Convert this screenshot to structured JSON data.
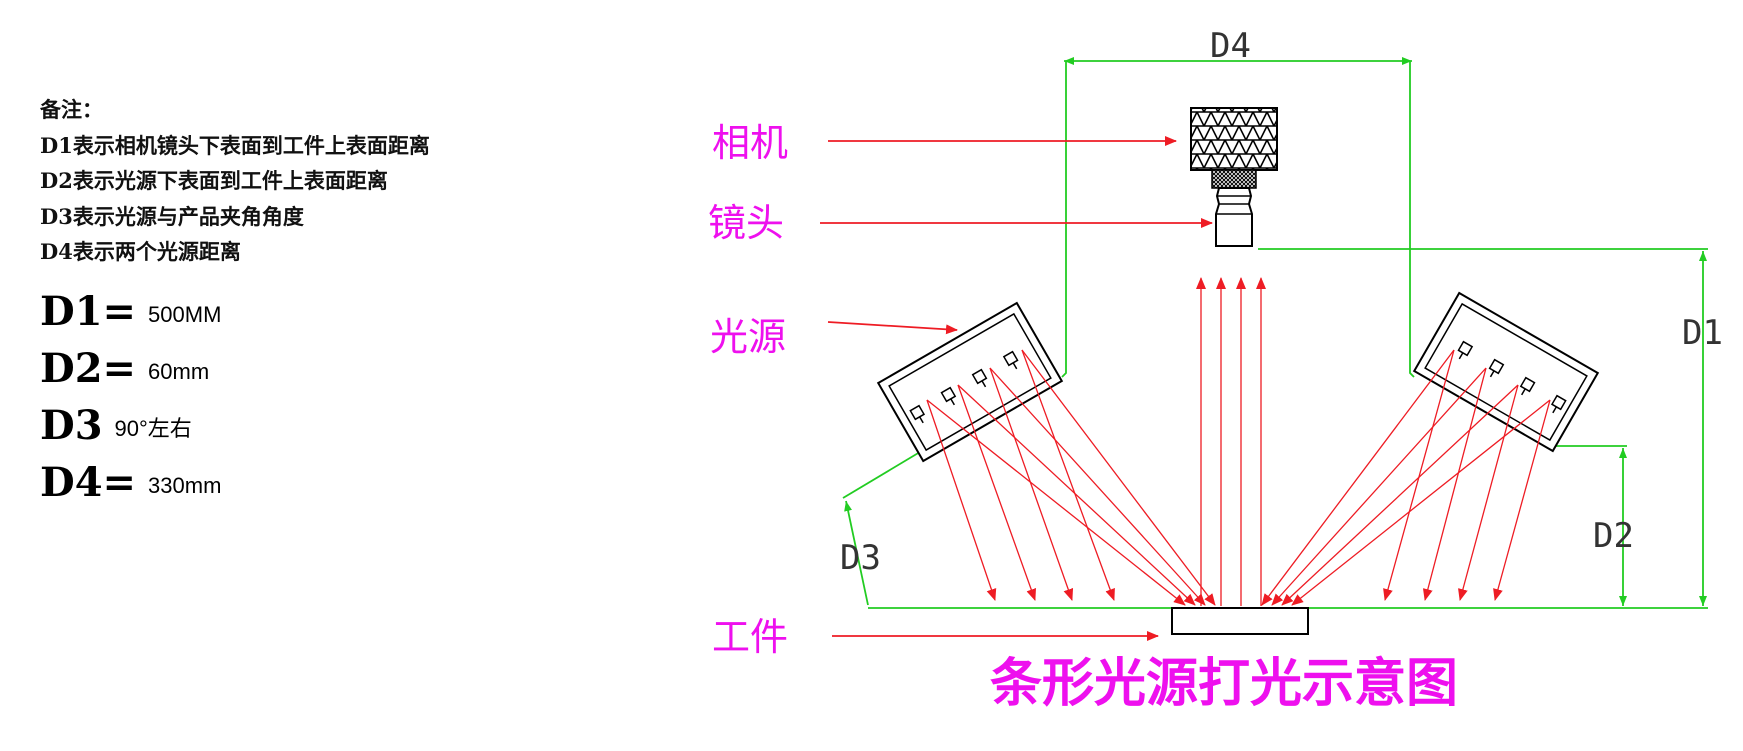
{
  "notes": {
    "heading": "备注：",
    "lines": [
      "D1表示相机镜头下表面到工件上表面距离",
      "D2表示光源下表面到工件上表面距离",
      "D3表示光源与产品夹角角度",
      "D4表示两个光源距离"
    ]
  },
  "params": [
    {
      "key": "D1=",
      "value": "500MM"
    },
    {
      "key": "D2=",
      "value": "60mm"
    },
    {
      "key": "D3",
      "value": "90°左右"
    },
    {
      "key": "D4=",
      "value": "330mm"
    }
  ],
  "labels": {
    "camera": "相机",
    "lens": "镜头",
    "light_source": "光源",
    "workpiece": "工件",
    "d1": "D1",
    "d2": "D2",
    "d3": "D3",
    "d4": "D4"
  },
  "title": "条形光源打光示意图",
  "colors": {
    "label": "#ee10ee",
    "arrow": "#ee1c24",
    "dimension": "#22cc22",
    "outline": "#000000"
  }
}
